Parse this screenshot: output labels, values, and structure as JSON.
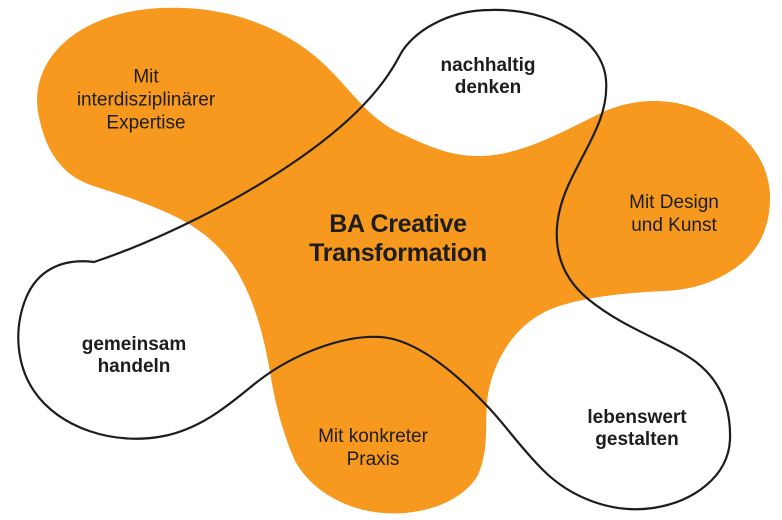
{
  "diagram": {
    "center_title": "BA Creative\nTransformation",
    "orange_labels": {
      "expertise": "Mit\ninterdisziplinärer\nExpertise",
      "design": "Mit Design\nund Kunst",
      "praxis": "Mit konkreter\nPraxis"
    },
    "outlined_labels": {
      "nachhaltig": "nachhaltig\ndenken",
      "gemeinsam": "gemeinsam\nhandeln",
      "lebenswert": "lebenswert\ngestalten"
    },
    "colors": {
      "blob_fill": "#F6991E",
      "outline_stroke": "#1D1D1B",
      "text": "#1D1D1B",
      "background": "#FFFFFF"
    }
  }
}
